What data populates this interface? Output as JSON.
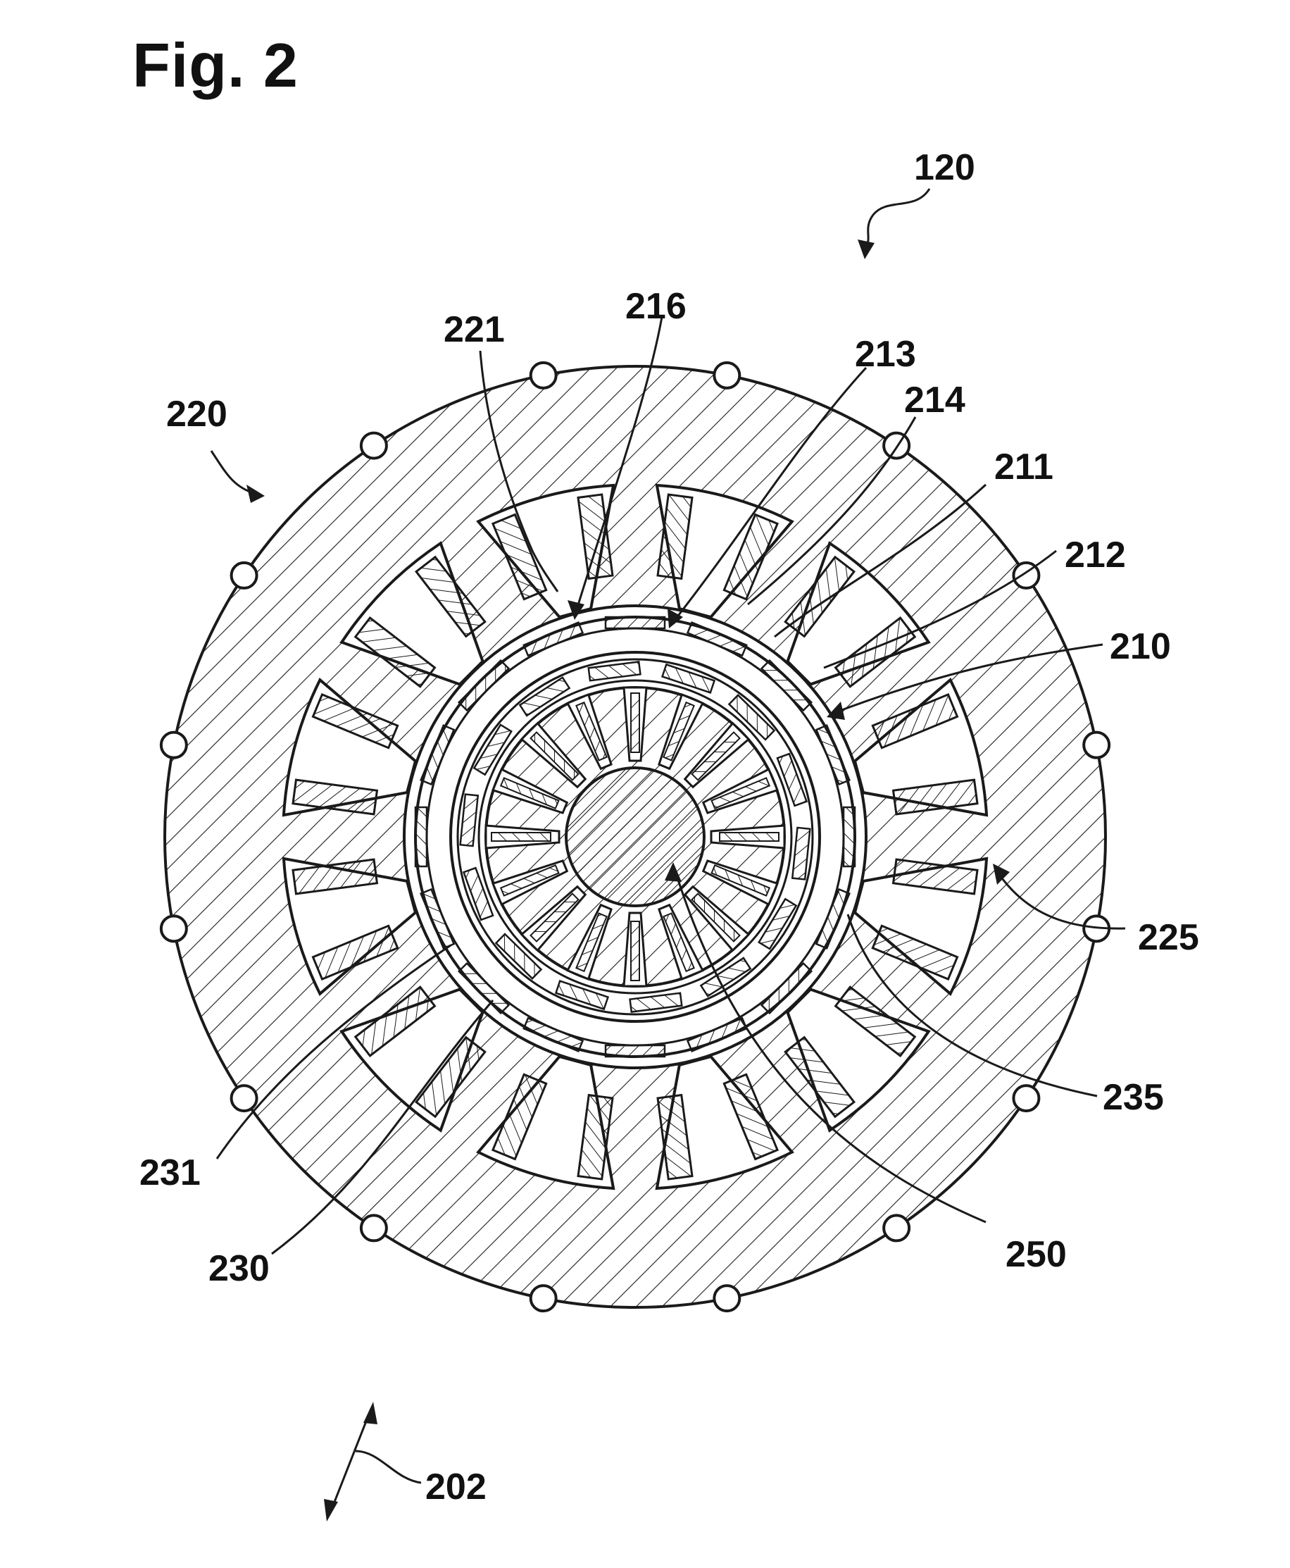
{
  "figure": {
    "title": "Fig. 2",
    "labels": {
      "l120": "120",
      "l216": "216",
      "l221": "221",
      "l213": "213",
      "l214": "214",
      "l220": "220",
      "l211": "211",
      "l212": "212",
      "l210": "210",
      "l225": "225",
      "l235": "235",
      "l231": "231",
      "l250": "250",
      "l230": "230",
      "l202": "202"
    }
  },
  "colors": {
    "line": "#1a1a1a",
    "background": "#ffffff"
  }
}
